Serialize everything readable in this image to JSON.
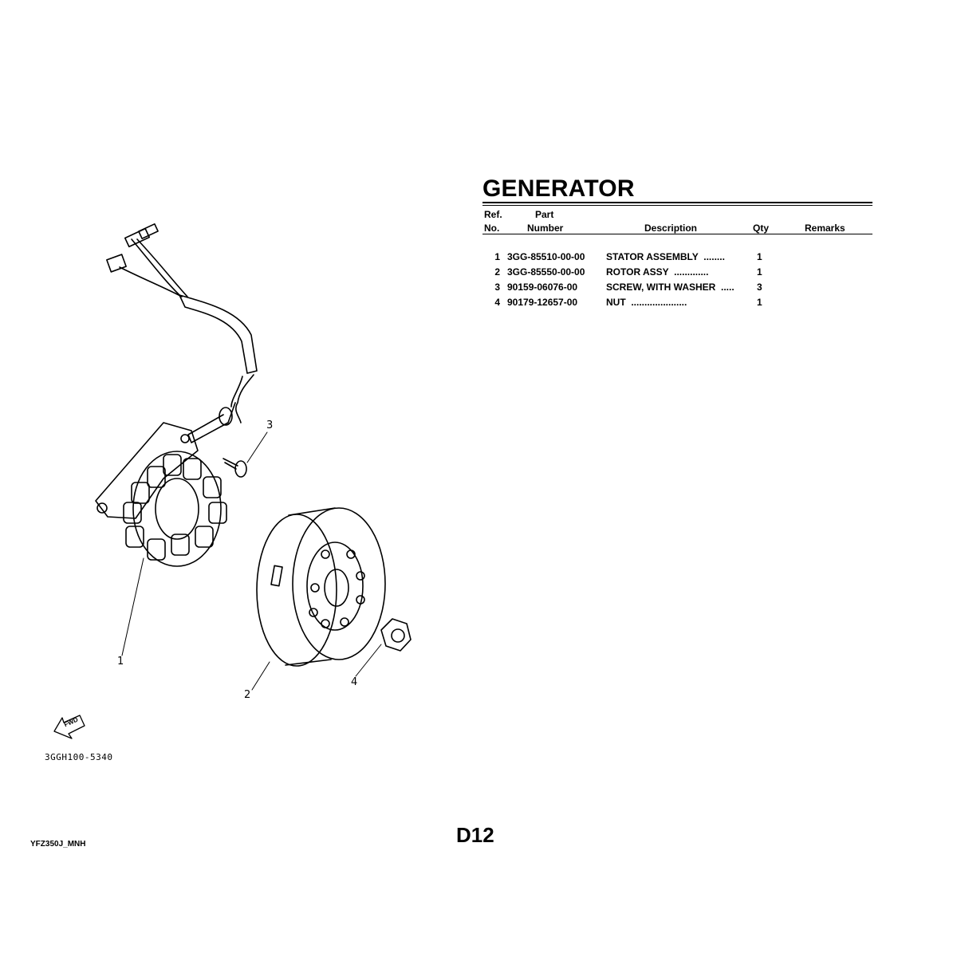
{
  "title": "GENERATOR",
  "table": {
    "headers": {
      "ref_line1": "Ref.",
      "ref_line2": "No.",
      "part_line1": "Part",
      "part_line2": "Number",
      "description": "Description",
      "qty": "Qty",
      "remarks": "Remarks"
    },
    "rows": [
      {
        "ref": "1",
        "part_number": "3GG-85510-00-00",
        "description": "STATOR ASSEMBLY  ........",
        "qty": "1"
      },
      {
        "ref": "2",
        "part_number": "3GG-85550-00-00",
        "description": "ROTOR ASSY  .............",
        "qty": "1"
      },
      {
        "ref": "3",
        "part_number": "90159-06076-00",
        "description": "SCREW, WITH WASHER  .....",
        "qty": "3"
      },
      {
        "ref": "4",
        "part_number": "90179-12657-00",
        "description": "NUT  .....................",
        "qty": "1"
      }
    ]
  },
  "diagram": {
    "callouts": [
      "1",
      "2",
      "3",
      "4"
    ],
    "fwd_label": "FWD",
    "illustration_code": "3GGH100-5340"
  },
  "footer": {
    "page": "D12",
    "model": "YFZ350J_MNH"
  }
}
